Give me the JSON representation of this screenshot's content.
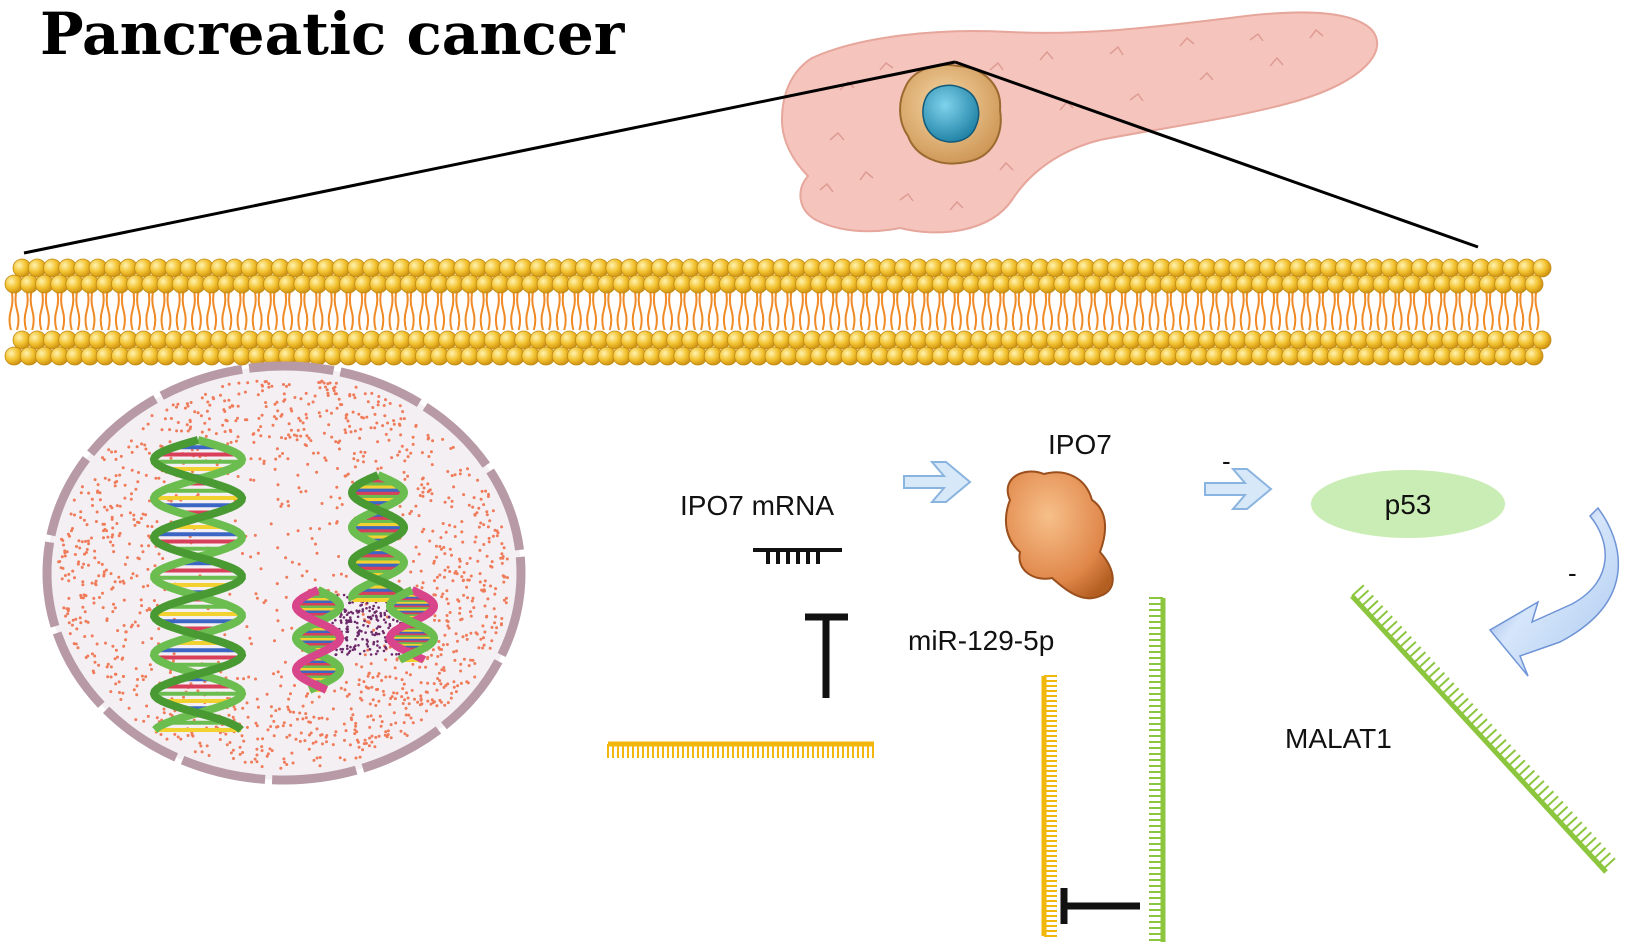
{
  "title": "Pancreatic cancer",
  "labels": {
    "ipo7_mrna": "IPO7 mRNA",
    "ipo7": "IPO7",
    "p53": "p53",
    "mir": "miR-129-5p",
    "malat1": "MALAT1",
    "inhibit_sign_1": "-",
    "inhibit_sign_2": "-"
  },
  "colors": {
    "pancreas": "#f5c4bc",
    "tumor_outer": "#e6b878",
    "tumor_core": "#2a9bbf",
    "lipid_head": "#f2c12e",
    "lipid_tail": "#f08a25",
    "nucleus_fill": "#f4eff2",
    "nucleus_rim": "#b79aa5",
    "dna_green": "#6bbd4f",
    "dna_pink": "#d8458a",
    "ipo7_protein": "#e0874a",
    "p53_fill": "#c9edb4",
    "arrow_blue": "#b9d6f2",
    "curved_arrow": "#7fa9e8",
    "mirna": "#f2b70c",
    "lncrna": "#8cc63e",
    "inhibit": "#111111"
  },
  "icons": [
    "pancreas-icon",
    "tumor-cell-icon",
    "cell-membrane-icon",
    "nucleus-icon",
    "dna-helix-icon",
    "ipo7-protein-icon",
    "activation-arrow-icon",
    "inhibition-bar-icon",
    "curved-arrow-icon"
  ]
}
